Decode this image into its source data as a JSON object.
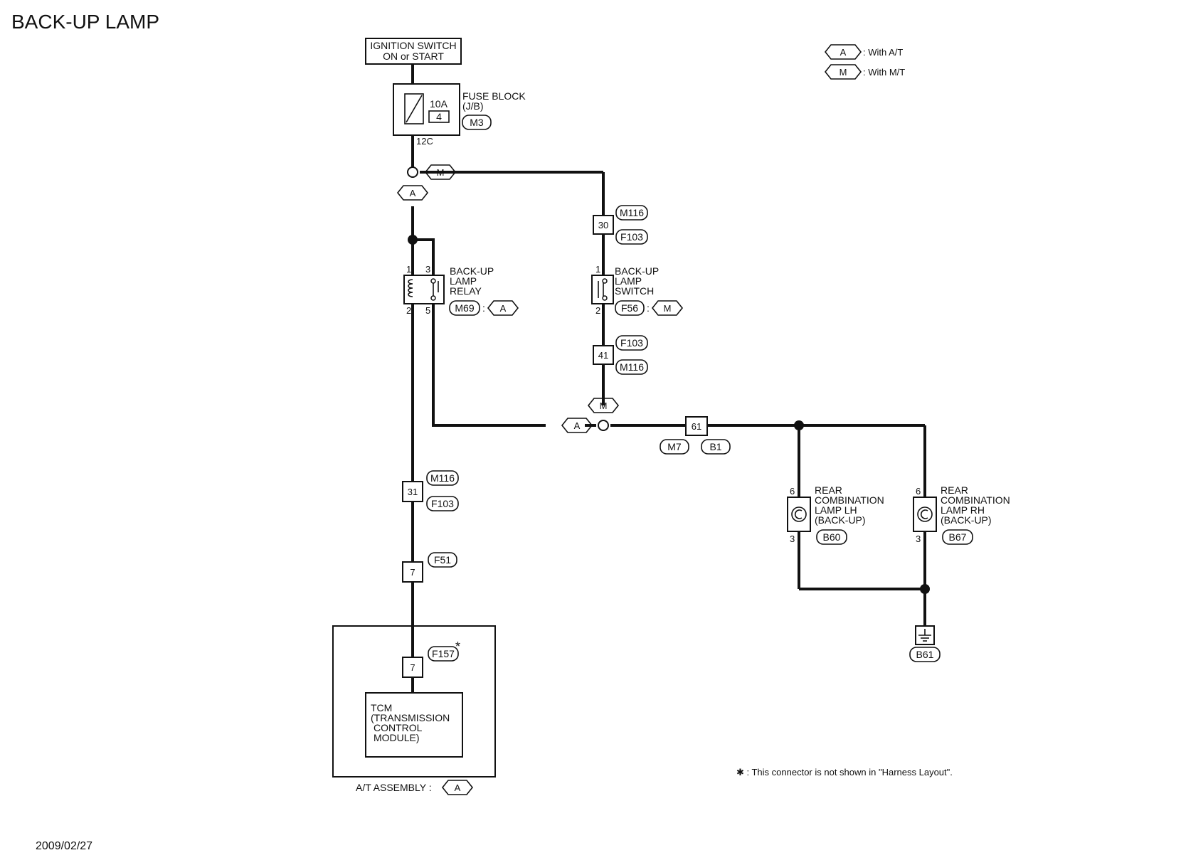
{
  "title": "BACK-UP LAMP",
  "date": "2009/02/27",
  "legend": [
    {
      "tag": "A",
      "text": ": With A/T"
    },
    {
      "tag": "M",
      "text": ": With M/T"
    }
  ],
  "ignition": {
    "line1": "IGNITION SWITCH",
    "line2": "ON or START"
  },
  "fuse": {
    "rating": "10A",
    "number": "4",
    "label1": "FUSE BLOCK",
    "label2": "(J/B)",
    "connector": "M3",
    "terminal": "12C"
  },
  "tags": {
    "a": "A",
    "m": "M"
  },
  "relay": {
    "line1": "BACK-UP",
    "line2": "LAMP",
    "line3": "RELAY",
    "connector": "M69",
    "pin1": "1",
    "pin2": "2",
    "pin3": "3",
    "pin5": "5"
  },
  "switch": {
    "line1": "BACK-UP",
    "line2": "LAMP",
    "line3": "SWITCH",
    "connector": "F56",
    "pin1": "1",
    "pin2": "2"
  },
  "j30": {
    "pin": "30",
    "c1": "M116",
    "c2": "F103"
  },
  "j41": {
    "pin": "41",
    "c1": "F103",
    "c2": "M116"
  },
  "j31": {
    "pin": "31",
    "c1": "M116",
    "c2": "F103"
  },
  "j7a": {
    "pin": "7",
    "c1": "F51"
  },
  "j7b": {
    "pin": "7",
    "c1": "F157",
    "star": "*"
  },
  "j61": {
    "pin": "61",
    "c1": "M7",
    "c2": "B1"
  },
  "tcm": {
    "line1": "TCM",
    "line2": "(TRANSMISSION",
    "line3": "CONTROL",
    "line4": "MODULE)"
  },
  "at_assembly": "A/T ASSEMBLY :",
  "colon": ":",
  "lamp_lh": {
    "line1": "REAR",
    "line2": "COMBINATION",
    "line3": "LAMP LH",
    "line4": "(BACK-UP)",
    "connector": "B60",
    "pin6": "6",
    "pin3": "3"
  },
  "lamp_rh": {
    "line1": "REAR",
    "line2": "COMBINATION",
    "line3": "LAMP RH",
    "line4": "(BACK-UP)",
    "connector": "B67",
    "pin6": "6",
    "pin3": "3"
  },
  "ground": {
    "connector": "B61"
  },
  "footnote": "✱ : This connector is not shown in \"Harness Layout\"."
}
